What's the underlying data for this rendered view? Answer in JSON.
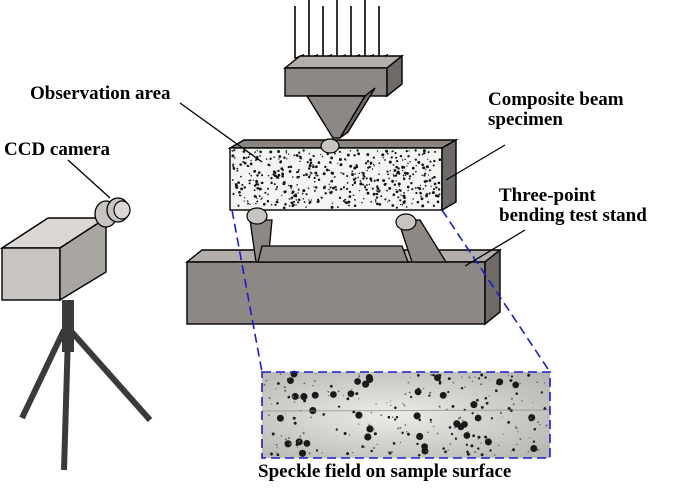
{
  "labels": {
    "observation_area": "Observation area",
    "composite_beam_line1": "Composite beam",
    "composite_beam_line2": "specimen",
    "ccd_camera": "CCD camera",
    "test_stand_line1": "Three-point",
    "test_stand_line2": "bending test stand",
    "speckle_field": "Speckle field on sample surface"
  },
  "colors": {
    "stand_face": "#8e8884",
    "stand_top": "#b3aeaa",
    "stand_side": "#6f6a67",
    "camera_body": "#c8c4c0",
    "tripod": "#3a3a3a",
    "zoom_dash": "#1a1ad6",
    "outline": "#000000"
  },
  "load_arrow_count": 7
}
